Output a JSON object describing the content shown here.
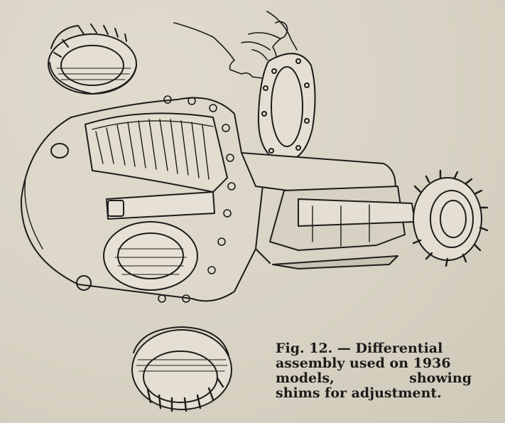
{
  "figure": {
    "caption_lines": [
      "Fig. 12. — Differential",
      "assembly used on 1936",
      "models,",
      "showing",
      "shims for adjustment."
    ]
  }
}
